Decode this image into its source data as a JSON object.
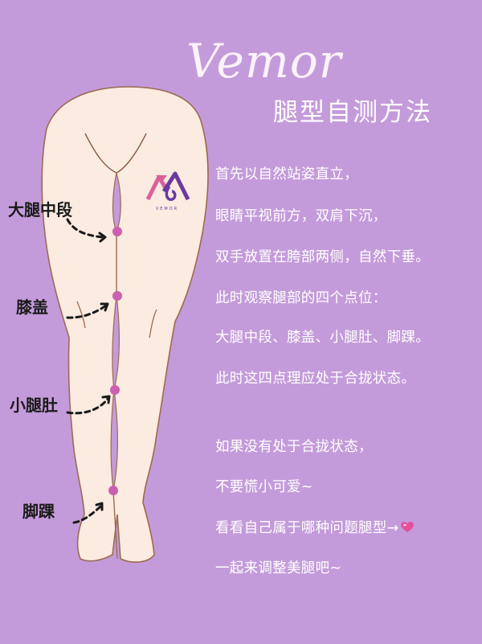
{
  "header": {
    "brand": "Vemor",
    "title": "腿型自测方法"
  },
  "logo": {
    "text": "VEMOR",
    "colors": {
      "pink": "#D9609C",
      "purple": "#6B3AA0"
    }
  },
  "labels": {
    "thigh_mid": "大腿中段",
    "knee": "膝盖",
    "calf": "小腿肚",
    "ankle": "脚踝"
  },
  "instructions": [
    "首先以自然站姿直立，",
    "眼睛平视前方，双肩下沉，",
    "双手放置在胯部两侧，自然下垂。",
    "此时观察腿部的四个点位：",
    "大腿中段、膝盖、小腿肚、脚踝。",
    "此时这四点理应处于合拢状态。"
  ],
  "followup": [
    "如果没有处于合拢状态，",
    "不要慌小可爱~",
    "看看自己属于哪种问题腿型→",
    "一起来调整美腿吧~"
  ],
  "colors": {
    "background": "#C49BDA",
    "skin": "#FBEBE0",
    "outline": "#9A6B52",
    "marker": "#CC5FB0"
  }
}
